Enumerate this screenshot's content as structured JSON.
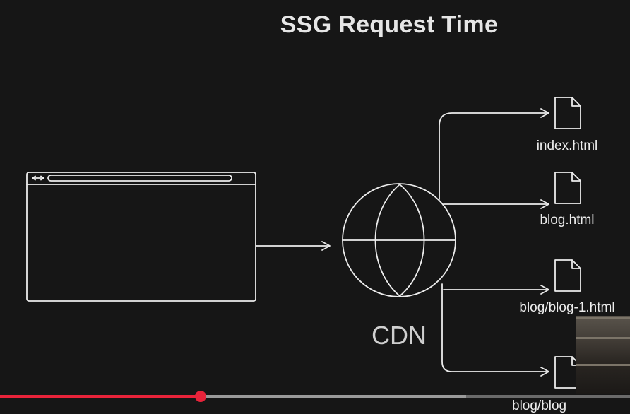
{
  "slide": {
    "title": "SSG Request Time",
    "cdn_label": "CDN",
    "browser_icon": "browser-window",
    "globe_icon": "globe",
    "file_icon": "document",
    "files": [
      {
        "label": "index.html"
      },
      {
        "label": "blog.html"
      },
      {
        "label": "blog/blog-1.html"
      },
      {
        "label": "blog/blog"
      }
    ],
    "colors": {
      "background": "#161616",
      "ink": "#ececec"
    }
  },
  "player": {
    "progress": 0.318,
    "buffered": 0.74,
    "played_color": "#e8233a"
  }
}
